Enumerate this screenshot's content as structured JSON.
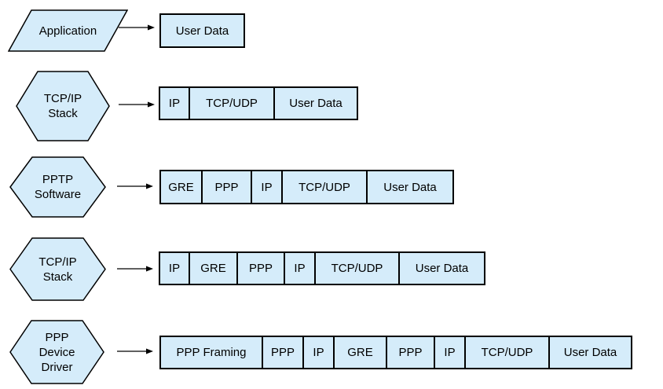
{
  "colors": {
    "shape_fill": "#d5ecfa",
    "shape_border": "#000000",
    "background": "#ffffff"
  },
  "rows": [
    {
      "node": {
        "shape": "parallelogram",
        "lines": [
          "Application"
        ]
      },
      "segments": [
        "User Data"
      ]
    },
    {
      "node": {
        "shape": "hexagon",
        "lines": [
          "TCP/IP",
          "Stack"
        ]
      },
      "segments": [
        "IP",
        "TCP/UDP",
        "User Data"
      ]
    },
    {
      "node": {
        "shape": "hexagon",
        "lines": [
          "PPTP",
          "Software"
        ]
      },
      "segments": [
        "GRE",
        "PPP",
        "IP",
        "TCP/UDP",
        "User Data"
      ]
    },
    {
      "node": {
        "shape": "hexagon",
        "lines": [
          "TCP/IP",
          "Stack"
        ]
      },
      "segments": [
        "IP",
        "GRE",
        "PPP",
        "IP",
        "TCP/UDP",
        "User Data"
      ]
    },
    {
      "node": {
        "shape": "hexagon",
        "lines": [
          "PPP",
          "Device",
          "Driver"
        ]
      },
      "segments": [
        "PPP Framing",
        "PPP",
        "IP",
        "GRE",
        "PPP",
        "IP",
        "TCP/UDP",
        "User Data"
      ]
    }
  ]
}
